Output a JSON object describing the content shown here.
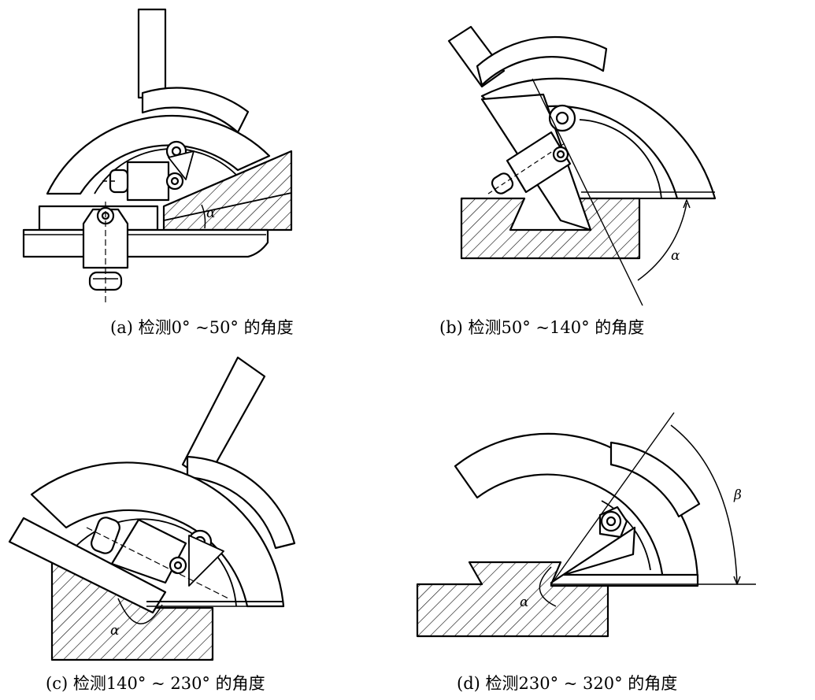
{
  "captions": {
    "a": "(a) 检测0° ~50° 的角度",
    "b": "(b) 检测50° ~140° 的角度",
    "c": "(c) 检测140° ~ 230° 的角度",
    "d": "(d) 检测230° ~ 320° 的角度"
  },
  "symbols": {
    "alpha": "α",
    "beta": "β"
  }
}
